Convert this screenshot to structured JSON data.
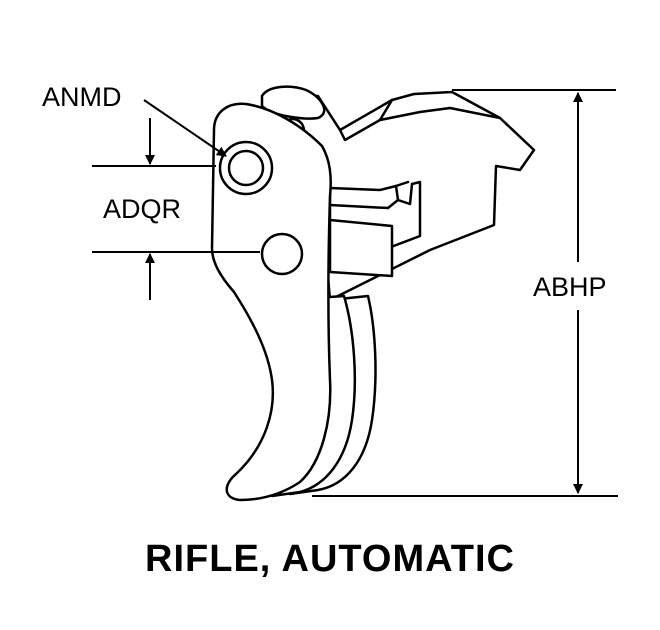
{
  "labels": {
    "anmd": "ANMD",
    "adqr": "ADQR",
    "abhp": "ABHP"
  },
  "caption": "RIFLE, AUTOMATIC",
  "colors": {
    "line": "#000000",
    "background": "#ffffff"
  }
}
